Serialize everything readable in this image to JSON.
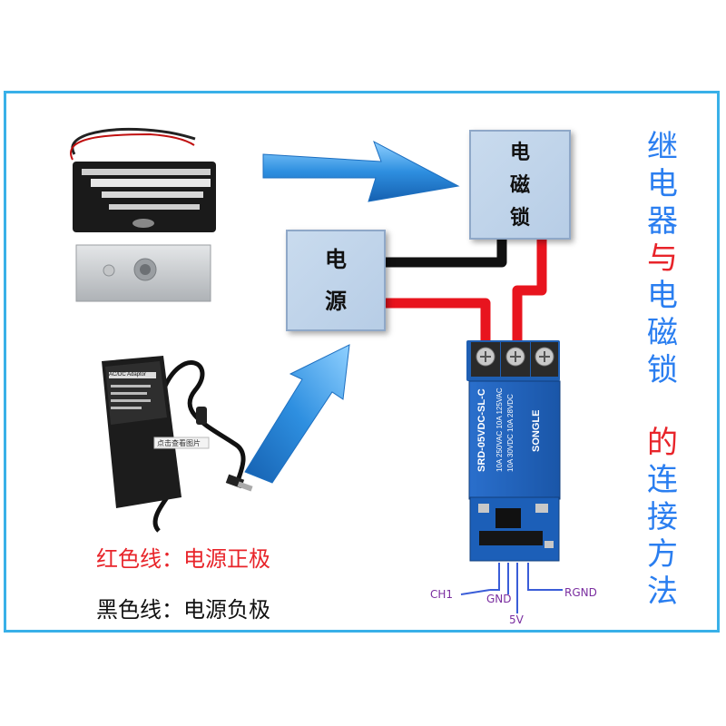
{
  "diagram": {
    "title_top": [
      "继",
      "电",
      "器",
      "与",
      "电",
      "磁",
      "锁"
    ],
    "title_bottom": [
      "的",
      "连",
      "接",
      "方",
      "法"
    ],
    "title_colors": {
      "blue": "#2a7ef0",
      "red": "#e8242a"
    },
    "box_lock": [
      "电",
      "磁",
      "锁"
    ],
    "box_power": [
      "电",
      "源"
    ],
    "legend_red": "红色线：电源正极",
    "legend_black": "黑色线：电源负极",
    "pins": {
      "ch1": "CH1",
      "gnd": "GND",
      "vcc": "5V",
      "rgnd": "RGND"
    },
    "relay": {
      "brand": "SONGLE",
      "model": "SRD-05VDC-SL-C",
      "rating_1": "10A 250VAC  10A 125VAC",
      "rating_2": "10A 30VDC  10A 28VDC"
    },
    "adapter_label": "AC/DC Adaptor",
    "watermark": "点击查看图片",
    "colors": {
      "frame": "#39b0e8",
      "wire_red": "#e8141e",
      "wire_black": "#111111",
      "arrow": "#2e8fe0",
      "relay_blue": "#1c5fb8"
    }
  }
}
